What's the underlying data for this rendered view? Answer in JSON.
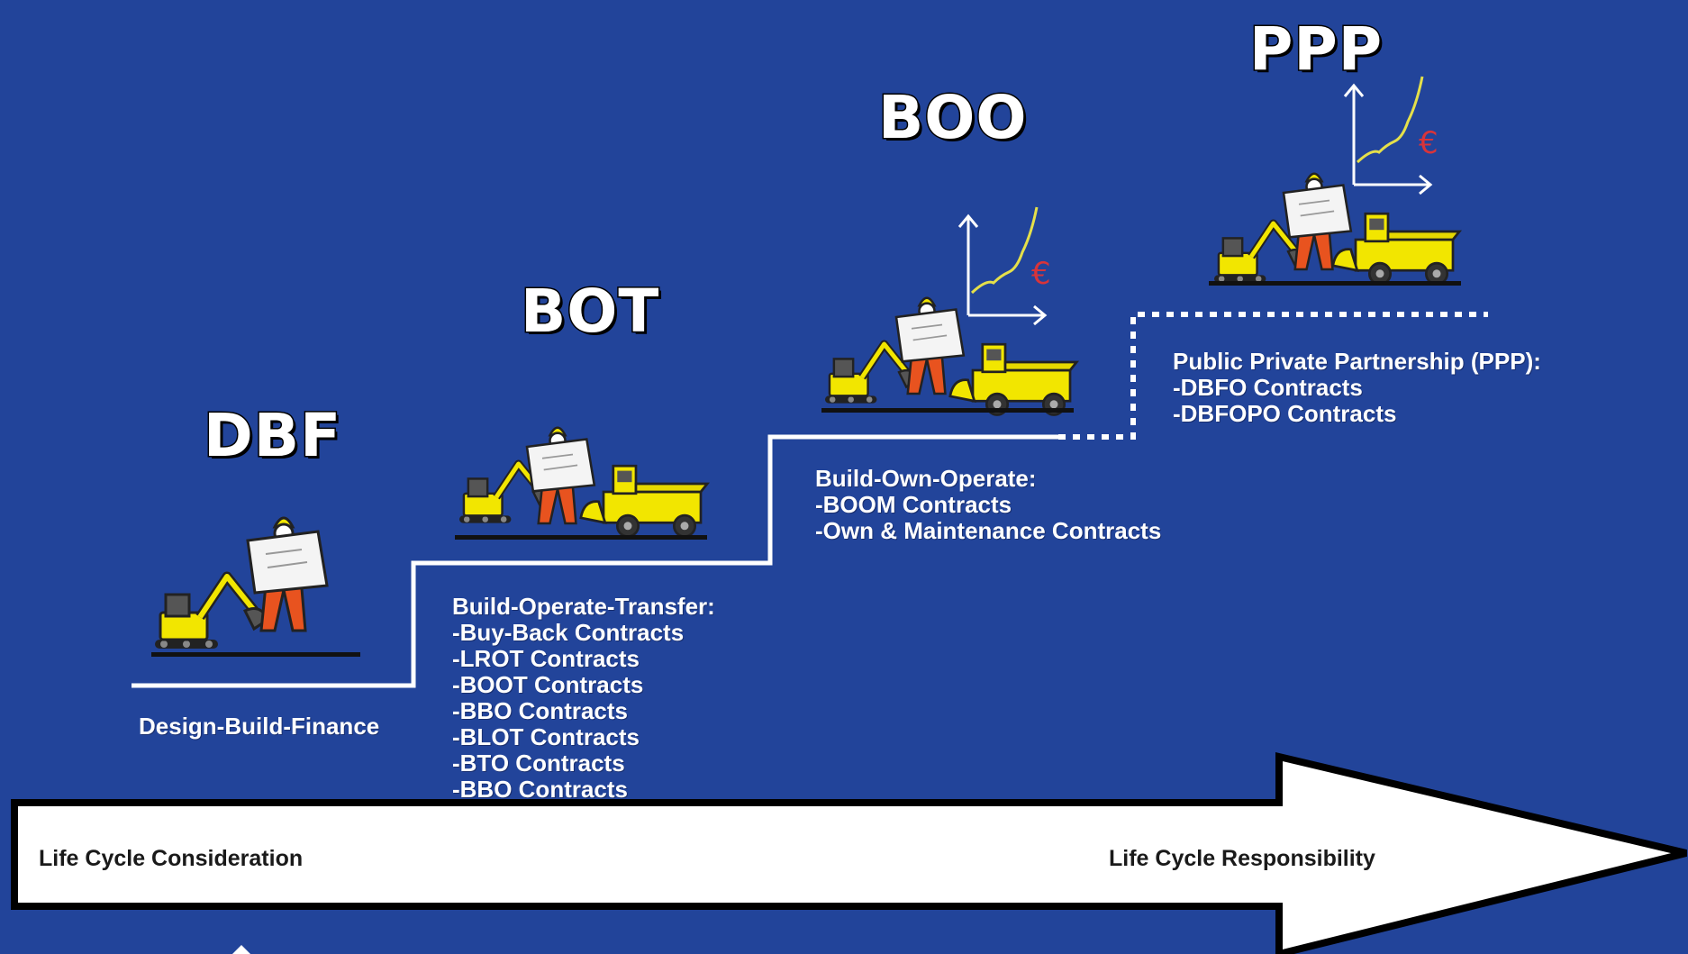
{
  "stages": [
    {
      "id": "dbf",
      "title": "DBF",
      "description": [
        "Design-Build-Finance"
      ]
    },
    {
      "id": "bot",
      "title": "BOT",
      "description": [
        "Build-Operate-Transfer:",
        "-Buy-Back Contracts",
        "-LROT Contracts",
        "-BOOT Contracts",
        "-BBO Contracts",
        "-BLOT Contracts",
        "-BTO Contracts",
        "-BBO Contracts"
      ]
    },
    {
      "id": "boo",
      "title": "BOO",
      "description": [
        "Build-Own-Operate:",
        "-BOOM Contracts",
        "-Own & Maintenance Contracts"
      ]
    },
    {
      "id": "ppp",
      "title": "PPP",
      "description": [
        "Public Private Partnership (PPP):",
        "-DBFO Contracts",
        "-DBFOPO Contracts"
      ]
    }
  ],
  "arrow": {
    "left_label": "Life Cycle Consideration",
    "right_label": "Life Cycle Responsibility"
  },
  "graph_currency_symbol": "€",
  "colors": {
    "background": "#22449a",
    "machine_yellow": "#f2e600",
    "worker_orange": "#e8531f",
    "graph_line": "#e5e04a",
    "currency_red": "#d8343a",
    "step_line": "#ffffff"
  },
  "icons": [
    "excavator-icon",
    "engineer-with-plan-icon",
    "dump-truck-icon",
    "growth-chart-icon"
  ]
}
